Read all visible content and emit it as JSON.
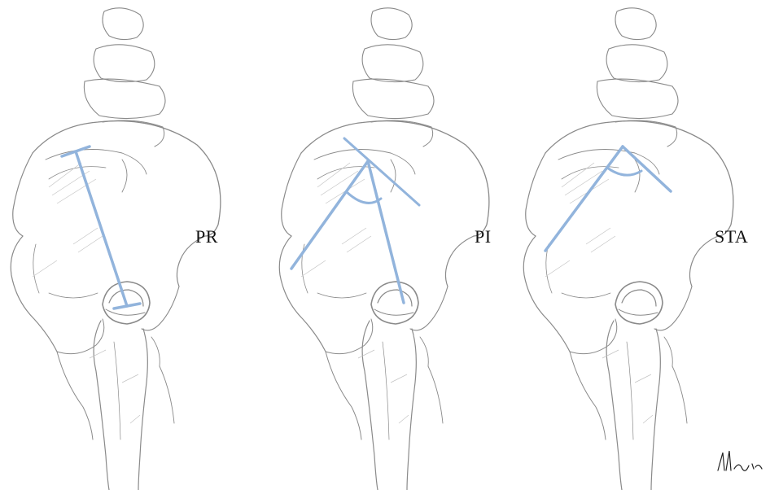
{
  "colors": {
    "sketch": "#8a8a8a",
    "sketch_light": "#c4c4c4",
    "shade": "#b0b0b0",
    "line": "#92b4dc",
    "background": "#ffffff"
  },
  "panels": [
    {
      "id": "pr",
      "label": "PR",
      "measurement": "distance-with-end-ticks"
    },
    {
      "id": "pi",
      "label": "PI",
      "measurement": "angle-between-lines"
    },
    {
      "id": "sta",
      "label": "STA",
      "measurement": "angle-at-apex"
    }
  ],
  "signature": {
    "type": "handwritten-signature"
  }
}
